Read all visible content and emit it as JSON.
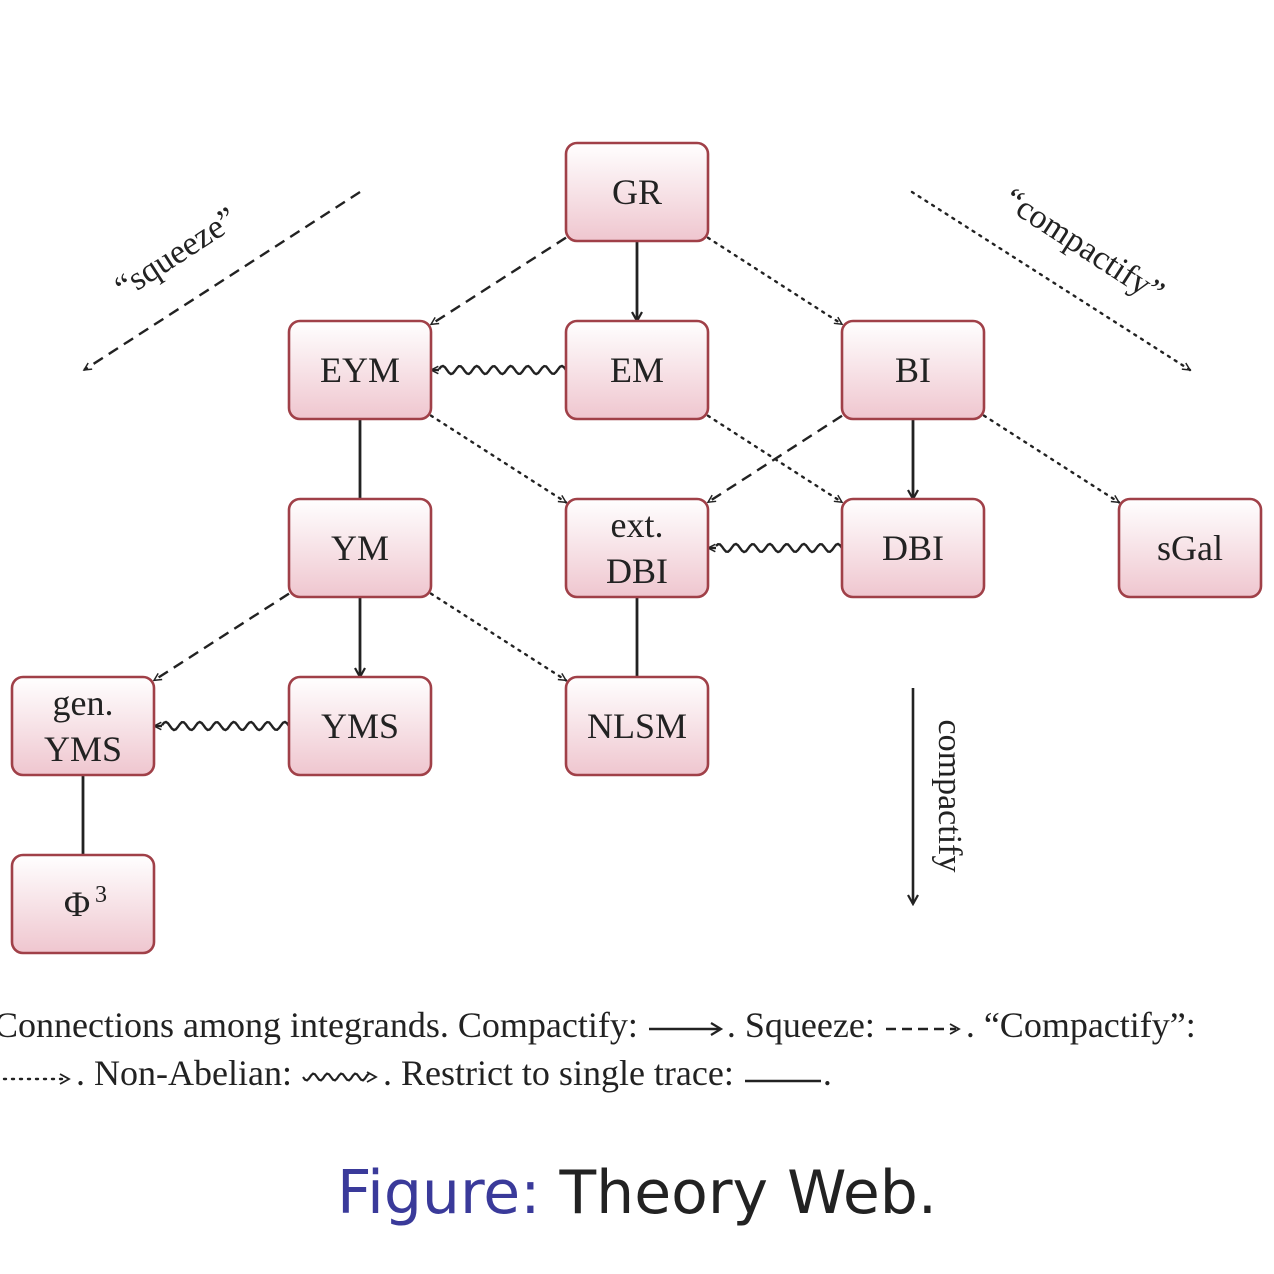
{
  "nodes": [
    {
      "id": "GR",
      "lines": [
        "GR"
      ]
    },
    {
      "id": "EYM",
      "lines": [
        "EYM"
      ]
    },
    {
      "id": "EM",
      "lines": [
        "EM"
      ]
    },
    {
      "id": "BI",
      "lines": [
        "BI"
      ]
    },
    {
      "id": "YM",
      "lines": [
        "YM"
      ]
    },
    {
      "id": "extDBI",
      "lines": [
        "ext.",
        "DBI"
      ]
    },
    {
      "id": "DBI",
      "lines": [
        "DBI"
      ]
    },
    {
      "id": "sGal",
      "lines": [
        "sGal"
      ]
    },
    {
      "id": "genYMS",
      "lines": [
        "gen.",
        "YMS"
      ]
    },
    {
      "id": "YMS",
      "lines": [
        "YMS"
      ]
    },
    {
      "id": "NLSM",
      "lines": [
        "NLSM"
      ]
    },
    {
      "id": "Phi3",
      "lines": [
        "Φ"
      ],
      "sup": "3"
    }
  ],
  "edges": [
    {
      "from": "GR",
      "to": "EM",
      "type": "compactify"
    },
    {
      "from": "GR",
      "to": "EYM",
      "type": "squeeze"
    },
    {
      "from": "GR",
      "to": "BI",
      "type": "generalized-compactify"
    },
    {
      "from": "EM",
      "to": "EYM",
      "type": "non-abelian"
    },
    {
      "from": "EYM",
      "to": "YM",
      "type": "single-trace"
    },
    {
      "from": "EYM",
      "to": "extDBI",
      "type": "generalized-compactify"
    },
    {
      "from": "EM",
      "to": "DBI",
      "type": "generalized-compactify"
    },
    {
      "from": "BI",
      "to": "extDBI",
      "type": "squeeze"
    },
    {
      "from": "BI",
      "to": "DBI",
      "type": "compactify"
    },
    {
      "from": "BI",
      "to": "sGal",
      "type": "generalized-compactify"
    },
    {
      "from": "DBI",
      "to": "extDBI",
      "type": "non-abelian"
    },
    {
      "from": "extDBI",
      "to": "NLSM",
      "type": "single-trace"
    },
    {
      "from": "YM",
      "to": "YMS",
      "type": "compactify"
    },
    {
      "from": "YM",
      "to": "genYMS",
      "type": "squeeze"
    },
    {
      "from": "YM",
      "to": "NLSM",
      "type": "generalized-compactify"
    },
    {
      "from": "YMS",
      "to": "genYMS",
      "type": "non-abelian"
    },
    {
      "from": "genYMS",
      "to": "Phi3",
      "type": "single-trace"
    }
  ],
  "direction_labels": {
    "squeeze": "“squeeze”",
    "compactify_quoted": "“compactify”",
    "compactify": "compactify"
  },
  "caption": {
    "line1_part1": "Connections among integrands. Compactify: ",
    "line1_part2": ". Squeeze: ",
    "line1_part3": ". “Compactify”: ",
    "line2_part1": ". Non-Abelian: ",
    "line2_part2": ". Restrict to single trace: ",
    "line2_part3": "."
  },
  "figure": {
    "prefix": "Figure:",
    "title": " Theory Web."
  },
  "colors": {
    "node_border": "#a04048",
    "node_fill_top": "#ffffff",
    "node_fill_bottom": "#efc6cf",
    "prefix_text": "#3a3a9a",
    "ink": "#222222"
  }
}
